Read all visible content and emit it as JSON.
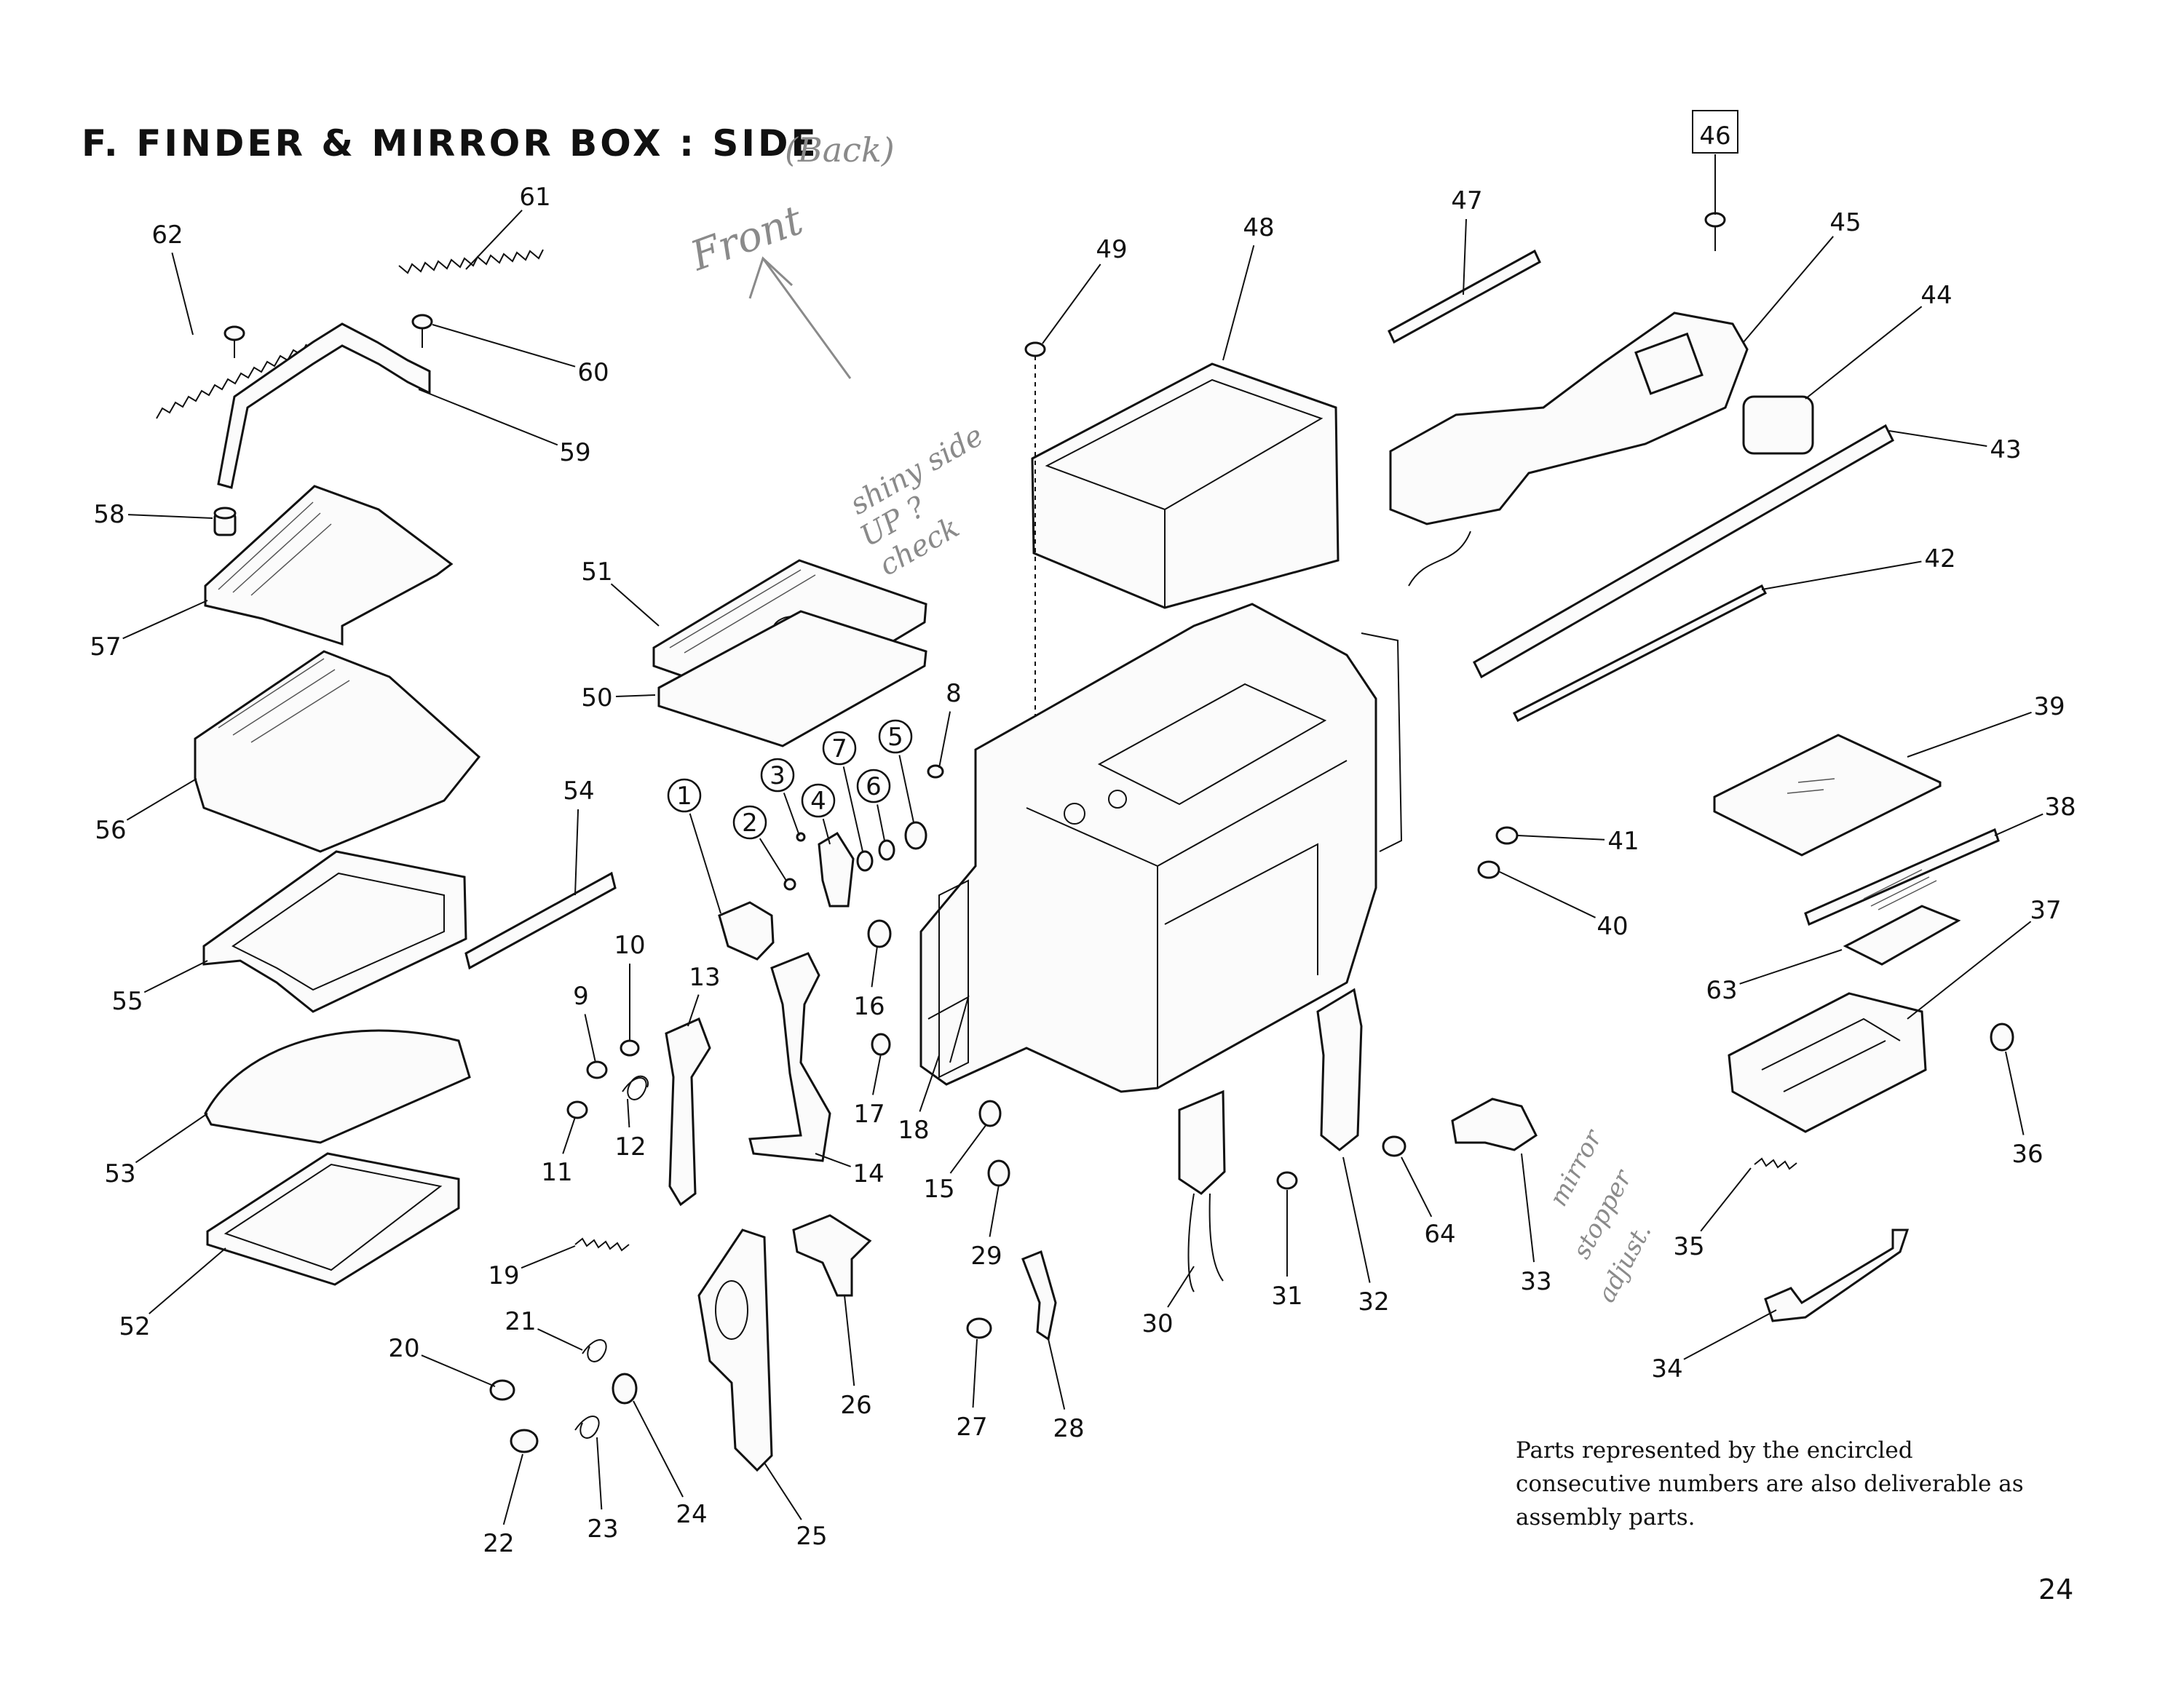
{
  "page": {
    "title": "F. FINDER & MIRROR BOX : SIDE",
    "note": "Parts represented by the encircled consecutive numbers are also deliverable as assembly parts.",
    "page_number": "24"
  },
  "handwritten": {
    "back": "(Back)",
    "front": "Front",
    "shiny_line1": "shiny side",
    "shiny_line2": "UP ?",
    "shiny_line3": "check",
    "mirror_line1": "mirror",
    "mirror_line2": "stopper",
    "mirror_line3": "adjust."
  },
  "callouts": [
    {
      "label": "1",
      "circled": true
    },
    {
      "label": "2",
      "circled": true
    },
    {
      "label": "3",
      "circled": true
    },
    {
      "label": "4",
      "circled": true
    },
    {
      "label": "5",
      "circled": true
    },
    {
      "label": "6",
      "circled": true
    },
    {
      "label": "7",
      "circled": true
    },
    {
      "label": "8"
    },
    {
      "label": "9"
    },
    {
      "label": "10"
    },
    {
      "label": "11"
    },
    {
      "label": "12"
    },
    {
      "label": "13"
    },
    {
      "label": "14"
    },
    {
      "label": "15"
    },
    {
      "label": "16"
    },
    {
      "label": "17"
    },
    {
      "label": "18"
    },
    {
      "label": "19"
    },
    {
      "label": "20"
    },
    {
      "label": "21"
    },
    {
      "label": "22"
    },
    {
      "label": "23"
    },
    {
      "label": "24"
    },
    {
      "label": "25"
    },
    {
      "label": "26"
    },
    {
      "label": "27"
    },
    {
      "label": "28"
    },
    {
      "label": "29"
    },
    {
      "label": "30"
    },
    {
      "label": "31"
    },
    {
      "label": "32"
    },
    {
      "label": "33"
    },
    {
      "label": "34"
    },
    {
      "label": "35"
    },
    {
      "label": "36"
    },
    {
      "label": "37"
    },
    {
      "label": "38"
    },
    {
      "label": "39"
    },
    {
      "label": "40"
    },
    {
      "label": "41"
    },
    {
      "label": "42"
    },
    {
      "label": "43"
    },
    {
      "label": "44"
    },
    {
      "label": "45"
    },
    {
      "label": "46",
      "boxed": true
    },
    {
      "label": "47"
    },
    {
      "label": "48"
    },
    {
      "label": "49"
    },
    {
      "label": "50"
    },
    {
      "label": "51"
    },
    {
      "label": "52"
    },
    {
      "label": "53"
    },
    {
      "label": "54"
    },
    {
      "label": "55"
    },
    {
      "label": "56"
    },
    {
      "label": "57"
    },
    {
      "label": "58"
    },
    {
      "label": "59"
    },
    {
      "label": "60"
    },
    {
      "label": "61"
    },
    {
      "label": "62"
    },
    {
      "label": "63"
    },
    {
      "label": "64"
    }
  ]
}
